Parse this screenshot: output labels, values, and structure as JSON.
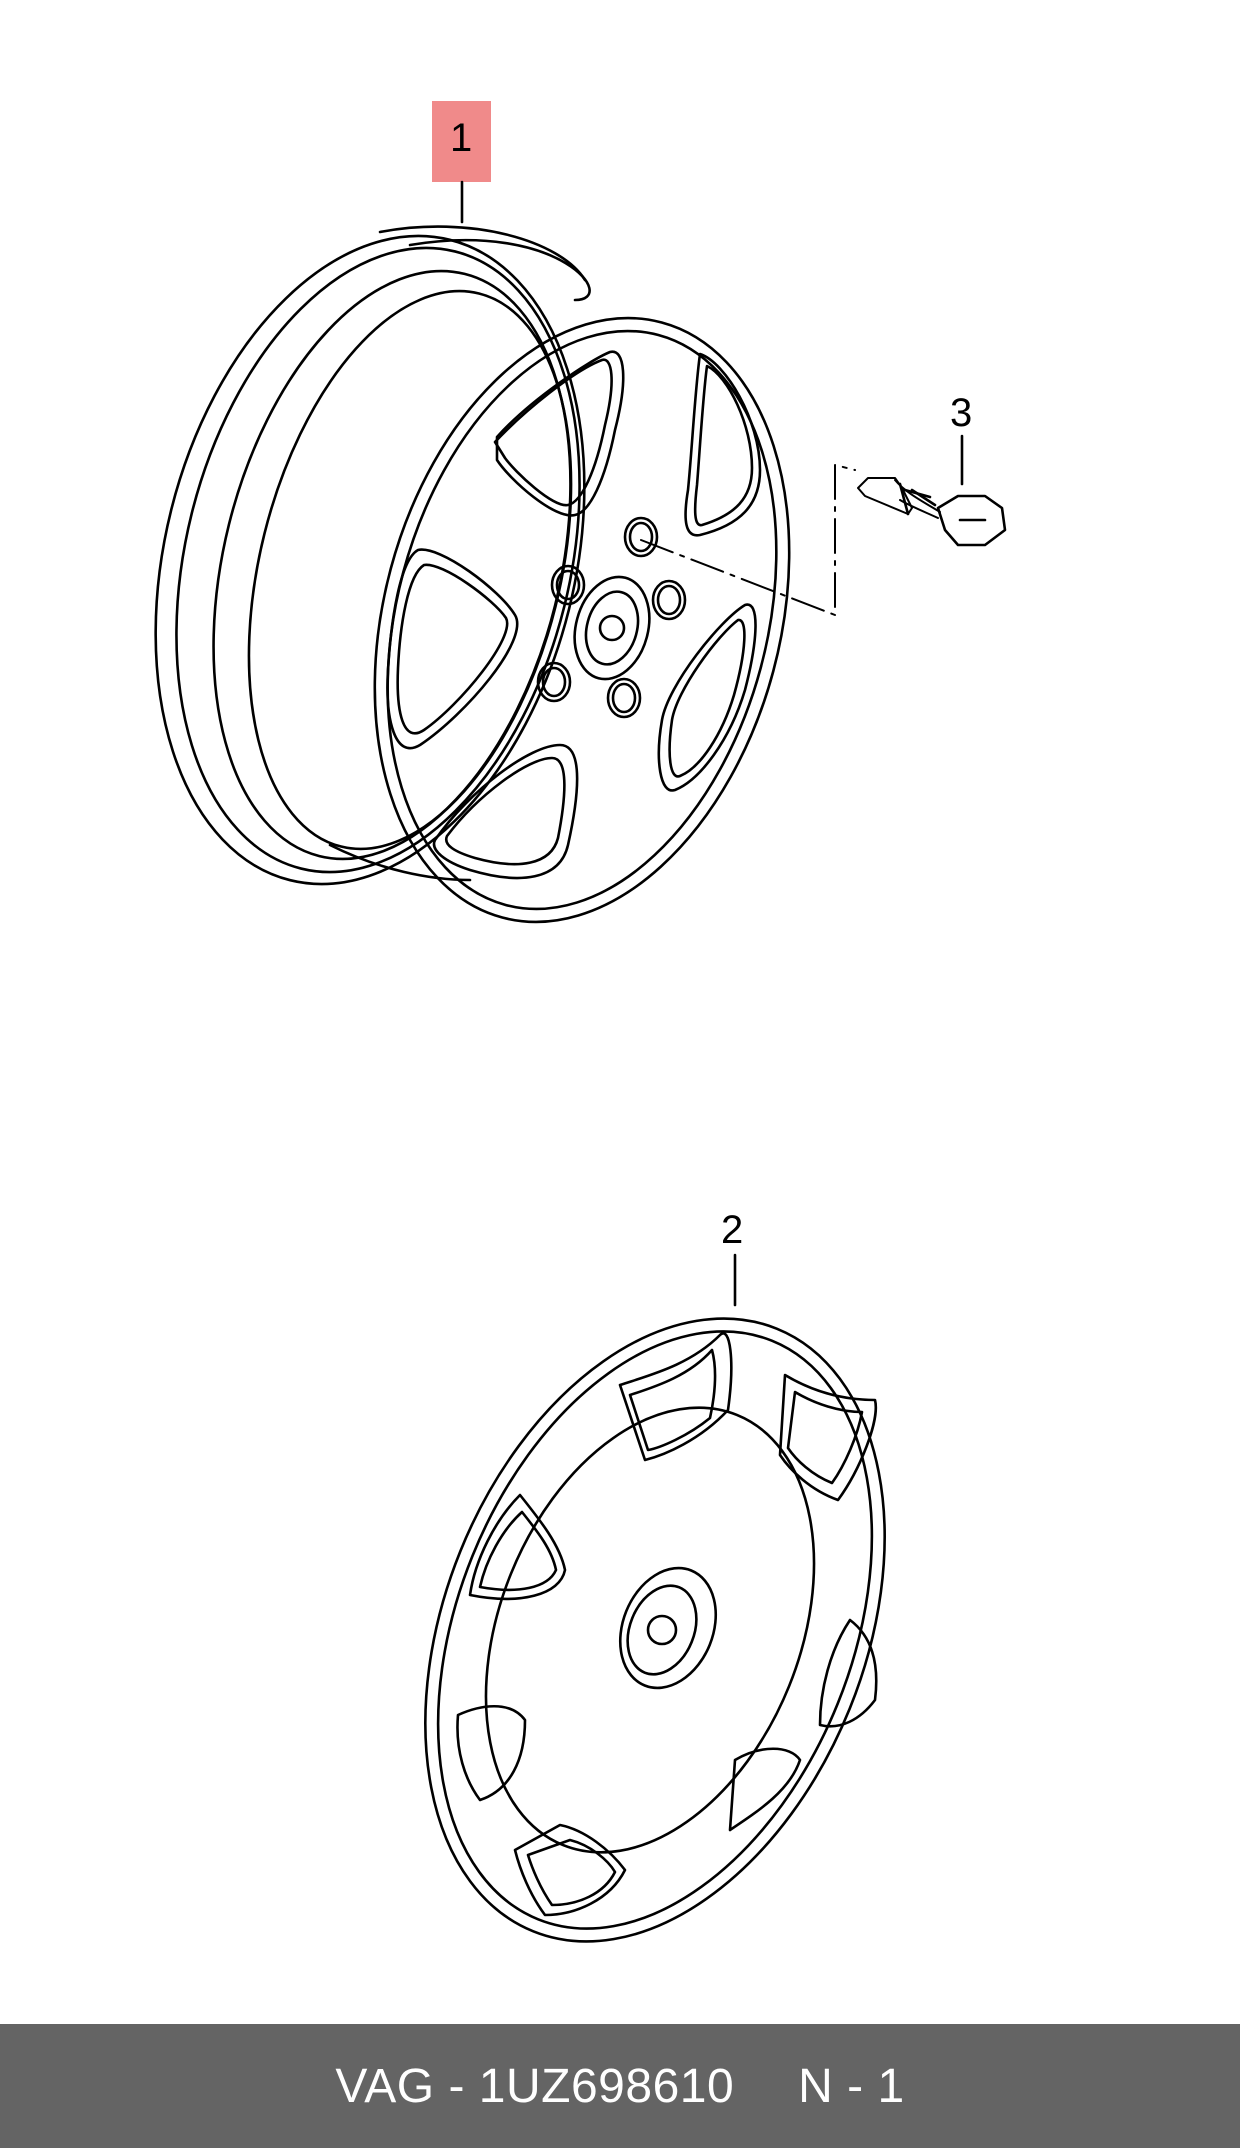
{
  "callouts": [
    {
      "label": "1",
      "part": "wheel-rim",
      "highlighted": true,
      "highlight_color": "#f08a8a"
    },
    {
      "label": "2",
      "part": "hubcap"
    },
    {
      "label": "3",
      "part": "wheel-bolt"
    }
  ],
  "footer": {
    "brand": "VAG",
    "separator": "-",
    "part_number": "1UZ698610",
    "note": "N - 1",
    "background": "#646464",
    "text_color": "#ffffff"
  }
}
